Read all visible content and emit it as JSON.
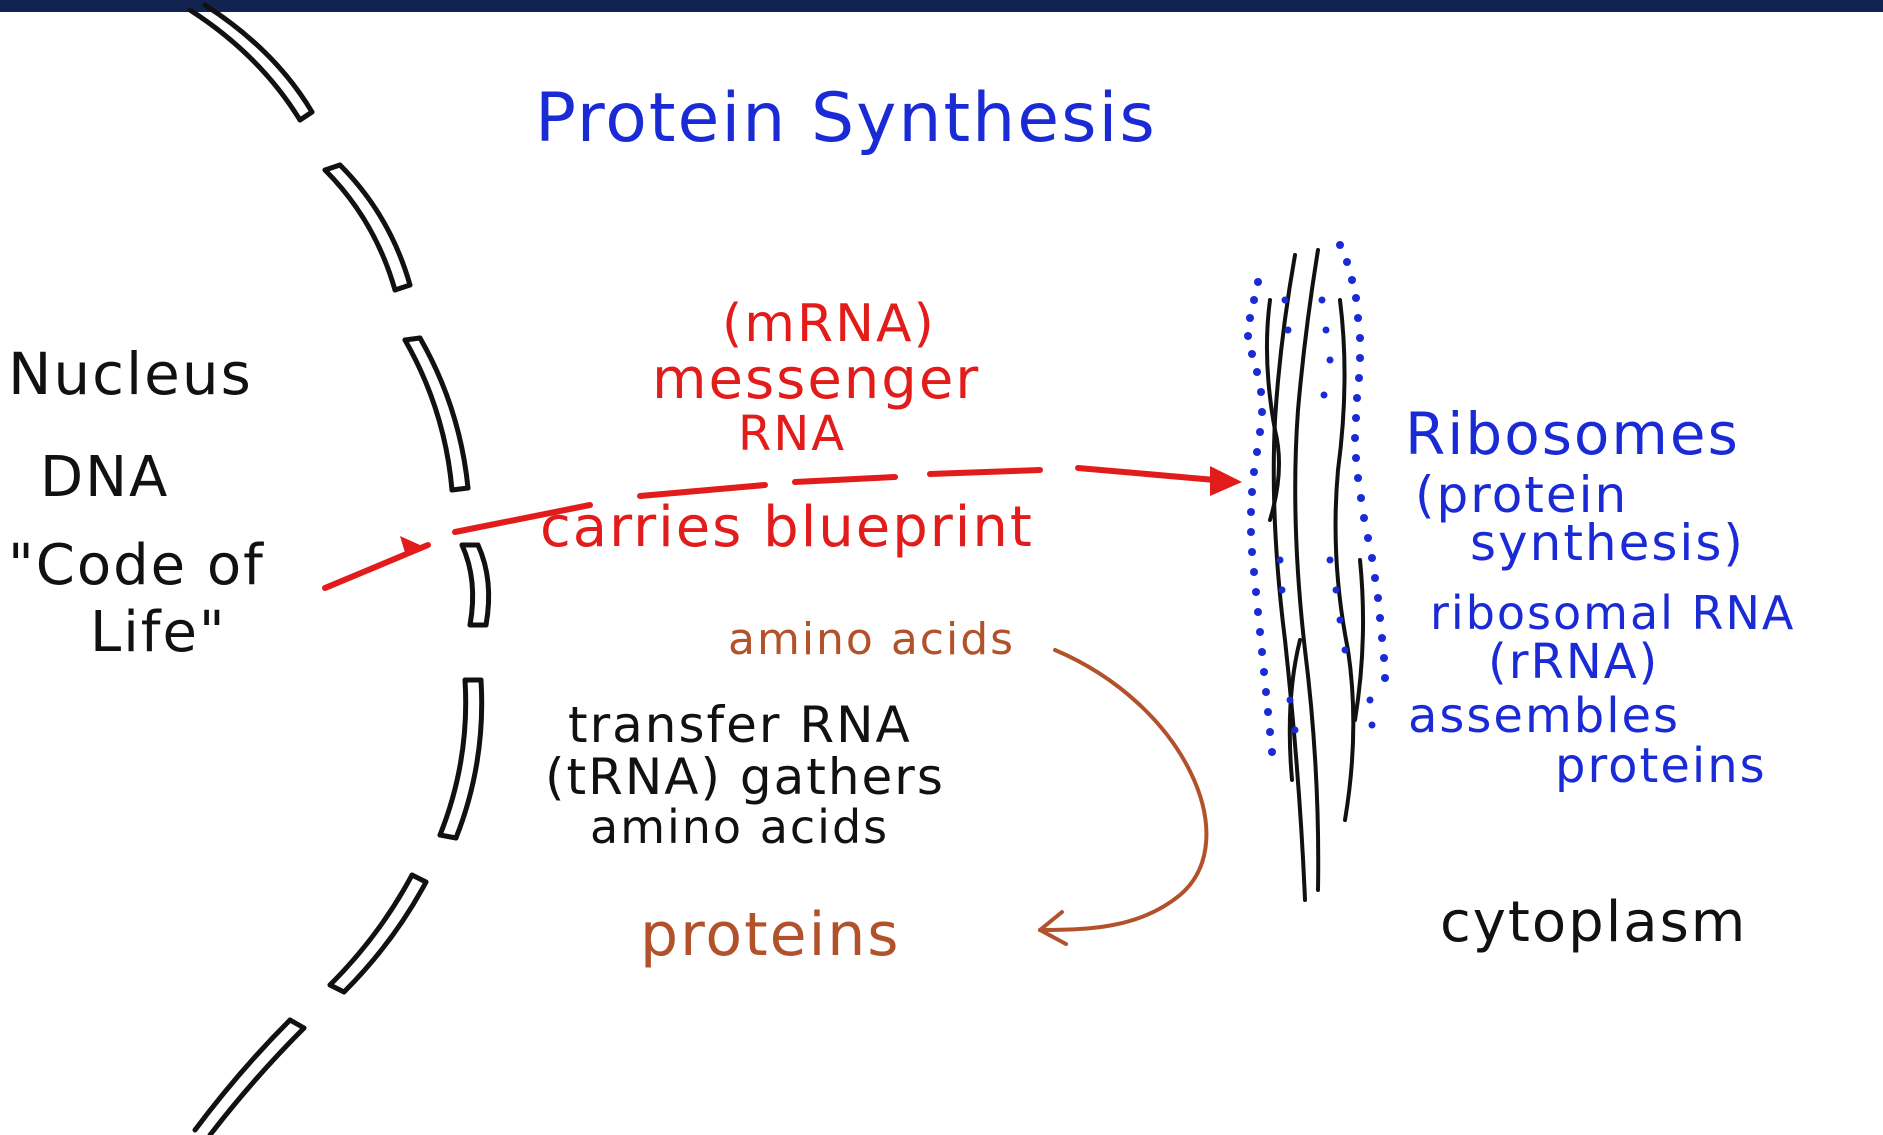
{
  "colors": {
    "background": "#ffffff",
    "topbar": "#13234f",
    "blue": "#1a2bd6",
    "red": "#e21b1b",
    "brown": "#b2522b",
    "black": "#111111"
  },
  "title": "Protein Synthesis",
  "nucleus": {
    "label": "Nucleus",
    "dna": "DNA",
    "code_line1": "\"Code of",
    "code_line2": "Life\""
  },
  "mrna": {
    "line1": "(mRNA)",
    "line2": "messenger",
    "line3": "RNA",
    "carries": "carries blueprint"
  },
  "trna": {
    "amino_top": "amino acids",
    "line1": "transfer RNA",
    "line2": "(tRNA) gathers",
    "line3": "amino acids",
    "proteins": "proteins"
  },
  "ribosomes": {
    "title": "Ribosomes",
    "paren1": "(protein",
    "paren2": "synthesis)",
    "rrna1": "ribosomal RNA",
    "rrna2": "(rRNA)",
    "assembles1": "assembles",
    "assembles2": "proteins"
  },
  "cytoplasm": "cytoplasm",
  "icons": {
    "nuclear_envelope": "dashed-membrane-icon",
    "endoplasmic_reticulum": "rough-er-icon",
    "arrow_red": "dashed-arrow-icon",
    "arrow_brown": "curved-arrow-icon"
  }
}
